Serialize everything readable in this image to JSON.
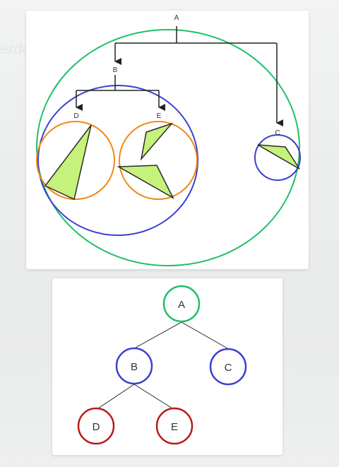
{
  "colors": {
    "node_a": "#1fbf6a",
    "node_b": "#3a3fd1",
    "node_c": "#3a3fd1",
    "node_d_top": "#f08a14",
    "node_e_top": "#f08a14",
    "node_d_tree": "#b81a1a",
    "node_e_tree": "#b81a1a",
    "shape_fill": "#c5f27a",
    "line": "#222222"
  },
  "venn_diagram": {
    "label_a": "A",
    "label_b": "B",
    "label_c": "C",
    "label_d": "D",
    "label_e": "E"
  },
  "tree_diagram": {
    "node_a": "A",
    "node_b": "B",
    "node_c": "C",
    "node_d": "D",
    "node_e": "E"
  }
}
